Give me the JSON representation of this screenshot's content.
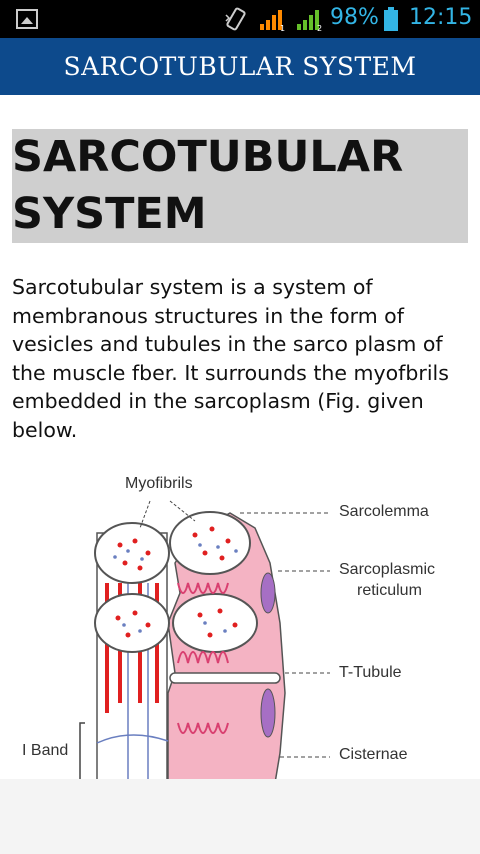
{
  "status_bar": {
    "battery_percent": "98%",
    "time": "12:15",
    "icons": [
      "gallery-icon",
      "vibrate-icon",
      "signal-sim1-icon",
      "signal-sim2-icon",
      "battery-icon"
    ]
  },
  "app_bar": {
    "title": "SARCOTUBULAR SYSTEM"
  },
  "article": {
    "heading": "SARCOTUBULAR SYSTEM",
    "paragraph": "Sarcotubular system is a system of membranous structures in the form of vesicles and tubules in the sarco plasm of the muscle fber. It surrounds the myofbrils embedded in the sarcoplasm (Fig. given below.",
    "figure": {
      "labels": {
        "myofibrils": "Myofibrils",
        "sarcolemma": "Sarcolemma",
        "sarcoplasmic_1": "Sarcoplasmic",
        "sarcoplasmic_2": "reticulum",
        "t_tubule": "T-Tubule",
        "i_band": "I Band",
        "cisternae": "Cisternae"
      },
      "colors": {
        "membrane": "#f4b3c3",
        "red": "#e02020",
        "blue": "#6a7fc0",
        "purple": "#a66fc4"
      }
    }
  }
}
